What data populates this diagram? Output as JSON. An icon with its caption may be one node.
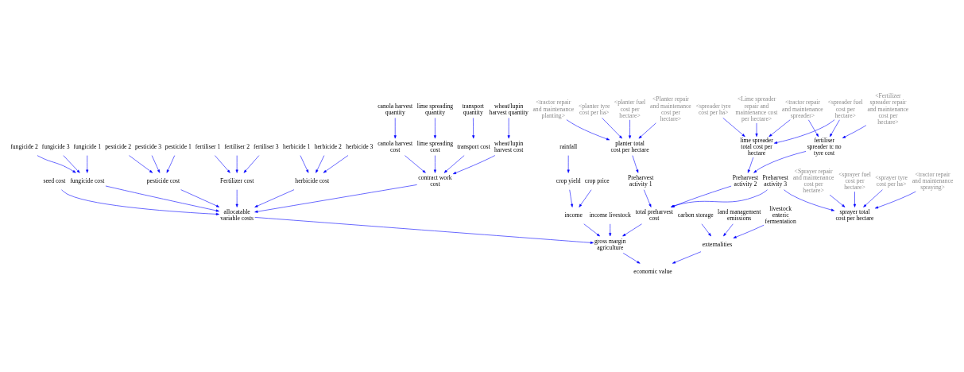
{
  "diagram": {
    "nodes": [
      {
        "text": [
          "fertiliser 1"
        ]
      },
      {
        "text": [
          "fertiliser 2"
        ]
      },
      {
        "text": [
          "fertiliser 3"
        ]
      },
      {
        "text": [
          "Fertilizer cost"
        ]
      },
      {
        "text": [
          "herbicide 1"
        ]
      },
      {
        "text": [
          "herbicide 2"
        ]
      },
      {
        "text": [
          "herbicide 3"
        ]
      },
      {
        "text": [
          "herbicide cost"
        ]
      },
      {
        "text": [
          "transport quantity"
        ]
      },
      {
        "text": [
          "wheat/lupin harvest quantity"
        ]
      },
      {
        "text": [
          "transport cost"
        ]
      },
      {
        "text": [
          "wheat/lupin harvest cost"
        ]
      },
      {
        "text": [
          "contract work cost"
        ]
      },
      {
        "text": [
          "allocatable variable costs"
        ]
      },
      {
        "text": [
          "seed cost"
        ]
      },
      {
        "text": [
          "crop price"
        ]
      },
      {
        "text": [
          "income"
        ]
      },
      {
        "text": [
          "income livestock"
        ]
      },
      {
        "text": [
          "canola harvest cost"
        ]
      },
      {
        "text": [
          "canola harvest quantity"
        ]
      },
      {
        "text": [
          "lime spreading cost"
        ]
      },
      {
        "text": [
          "lime spreading quantity"
        ]
      },
      {
        "text": [
          "fungicide cost"
        ]
      },
      {
        "text": [
          "pesticide cost"
        ]
      },
      {
        "text": [
          "crop yield"
        ]
      },
      {
        "text": [
          "rainfall"
        ]
      },
      {
        "text": [
          "gross margin agriculture"
        ]
      },
      {
        "text": [
          "fungicide 1"
        ]
      },
      {
        "text": [
          "pesticide 1"
        ]
      },
      {
        "text": [
          "pesticide 2"
        ]
      },
      {
        "text": [
          "pesticide 3"
        ]
      },
      {
        "text": [
          "fungicide 2"
        ]
      },
      {
        "text": [
          "fungicide 3"
        ]
      },
      {
        "text": [
          "carbon storage"
        ]
      },
      {
        "text": [
          "externalities"
        ]
      },
      {
        "text": [
          "land management emissions"
        ]
      },
      {
        "text": [
          "economic value"
        ]
      },
      {
        "text": [
          "livestock enteric fermentation"
        ]
      },
      {
        "text": [
          "total preharvest cost"
        ]
      },
      {
        "text": [
          "<Fertilizer spreader repair and maintenance cost per hectare>"
        ]
      },
      {
        "text": [
          "<tractor repair and maintenance spreader>"
        ]
      },
      {
        "text": [
          "Preharvest activity 2"
        ]
      },
      {
        "text": [
          "Preharvest activity 1"
        ]
      },
      {
        "text": [
          "Preharvest activity 3"
        ]
      },
      {
        "text": [
          "<Planter repair and maintenance cost per hectare>"
        ]
      },
      {
        "text": [
          "planter total cost per hectare"
        ]
      },
      {
        "text": [
          "sprayer total cost per hectare"
        ]
      },
      {
        "text": [
          "fertiliser spreader tc no tyre cost"
        ]
      },
      {
        "text": [
          "lime spreader total cost per hectare"
        ]
      },
      {
        "text": [
          "<tractor repair and maintenance spraying>"
        ]
      },
      {
        "text": [
          "<tractor repair and maintenance planting>"
        ]
      },
      {
        "text": [
          "<spreader fuel cost per hectare>"
        ]
      },
      {
        "text": [
          "<planter tyre cost per ha>"
        ]
      },
      {
        "text": [
          "<spreader tyre cost per ha>"
        ]
      },
      {
        "text": [
          "<Lime spreader repair and maintenance cost per hectare>"
        ]
      },
      {
        "text": [
          "<planter fuel cost per hectare>"
        ]
      },
      {
        "text": [
          "<Sprayer repair and maintenance cost per hectare>"
        ]
      },
      {
        "text": [
          "<sprayer fuel cost per hectare>"
        ]
      },
      {
        "text": [
          "<sprayer tyre cost per ha>"
        ]
      }
    ],
    "edges": [
      {
        "from": 0,
        "to": 3,
        "arrow": "to"
      },
      {
        "from": 1,
        "to": 3,
        "arrow": "to"
      },
      {
        "from": 2,
        "to": 3,
        "arrow": "to"
      },
      {
        "from": 4,
        "to": 7,
        "arrow": "to"
      },
      {
        "from": 5,
        "to": 7,
        "arrow": "to"
      },
      {
        "from": 6,
        "to": 7,
        "arrow": "to"
      },
      {
        "from": 8,
        "to": 10,
        "arrow": "to"
      },
      {
        "from": 9,
        "to": 11,
        "arrow": "to"
      },
      {
        "from": 10,
        "to": 12,
        "arrow": "to"
      },
      {
        "from": 11,
        "to": 12,
        "arrow": "to"
      },
      {
        "from": 19,
        "to": 18,
        "arrow": "to"
      },
      {
        "from": 18,
        "to": 12,
        "arrow": "to"
      },
      {
        "from": 21,
        "to": 20,
        "arrow": "to"
      },
      {
        "from": 20,
        "to": 12,
        "arrow": "to"
      },
      {
        "from": 3,
        "to": 13,
        "arrow": "to"
      },
      {
        "from": 7,
        "to": 13,
        "arrow": "to"
      },
      {
        "from": 12,
        "to": 13,
        "arrow": "to"
      },
      {
        "from": 14,
        "to": 13,
        "arrow": "to"
      },
      {
        "from": 22,
        "to": 13,
        "arrow": "to"
      },
      {
        "from": 23,
        "to": 13,
        "arrow": "to"
      },
      {
        "from": 13,
        "to": 26,
        "arrow": "to"
      },
      {
        "from": 27,
        "to": 22,
        "arrow": "to"
      },
      {
        "from": 31,
        "to": 22,
        "arrow": "to"
      },
      {
        "from": 32,
        "to": 22,
        "arrow": "to"
      },
      {
        "from": 28,
        "to": 23,
        "arrow": "to"
      },
      {
        "from": 29,
        "to": 23,
        "arrow": "to"
      },
      {
        "from": 30,
        "to": 23,
        "arrow": "to"
      },
      {
        "from": 15,
        "to": 16,
        "arrow": "to"
      },
      {
        "from": 25,
        "to": 24,
        "arrow": "to"
      },
      {
        "from": 24,
        "to": 16,
        "arrow": "to"
      },
      {
        "from": 16,
        "to": 26,
        "arrow": "to"
      },
      {
        "from": 17,
        "to": 26,
        "arrow": "to"
      },
      {
        "from": 38,
        "to": 26,
        "arrow": "to"
      },
      {
        "from": 26,
        "to": 36,
        "arrow": "to"
      },
      {
        "from": 33,
        "to": 34,
        "arrow": "to"
      },
      {
        "from": 35,
        "to": 34,
        "arrow": "to"
      },
      {
        "from": 37,
        "to": 34,
        "arrow": "to"
      },
      {
        "from": 34,
        "to": 36,
        "arrow": "to"
      },
      {
        "from": 42,
        "to": 38,
        "arrow": "to"
      },
      {
        "from": 41,
        "to": 38,
        "arrow": "to"
      },
      {
        "from": 43,
        "to": 38,
        "arrow": "to"
      },
      {
        "from": 44,
        "to": 45,
        "arrow": "to"
      },
      {
        "from": 50,
        "to": 45,
        "arrow": "to"
      },
      {
        "from": 55,
        "to": 45,
        "arrow": "to"
      },
      {
        "from": 52,
        "to": 45,
        "arrow": "to"
      },
      {
        "from": 45,
        "to": 42,
        "arrow": "to"
      },
      {
        "from": 49,
        "to": 46,
        "arrow": "to"
      },
      {
        "from": 56,
        "to": 46,
        "arrow": "to"
      },
      {
        "from": 57,
        "to": 46,
        "arrow": "to"
      },
      {
        "from": 58,
        "to": 46,
        "arrow": "to"
      },
      {
        "from": 43,
        "to": 46,
        "arrow": "to"
      },
      {
        "from": 39,
        "to": 47,
        "arrow": "to"
      },
      {
        "from": 40,
        "to": 47,
        "arrow": "to"
      },
      {
        "from": 51,
        "to": 47,
        "arrow": "to"
      },
      {
        "from": 47,
        "to": 41,
        "arrow": "to"
      },
      {
        "from": 40,
        "to": 48,
        "arrow": "to"
      },
      {
        "from": 51,
        "to": 48,
        "arrow": "to"
      },
      {
        "from": 53,
        "to": 48,
        "arrow": "to"
      },
      {
        "from": 54,
        "to": 48,
        "arrow": "to"
      },
      {
        "from": 48,
        "to": 41,
        "arrow": "to"
      }
    ]
  }
}
